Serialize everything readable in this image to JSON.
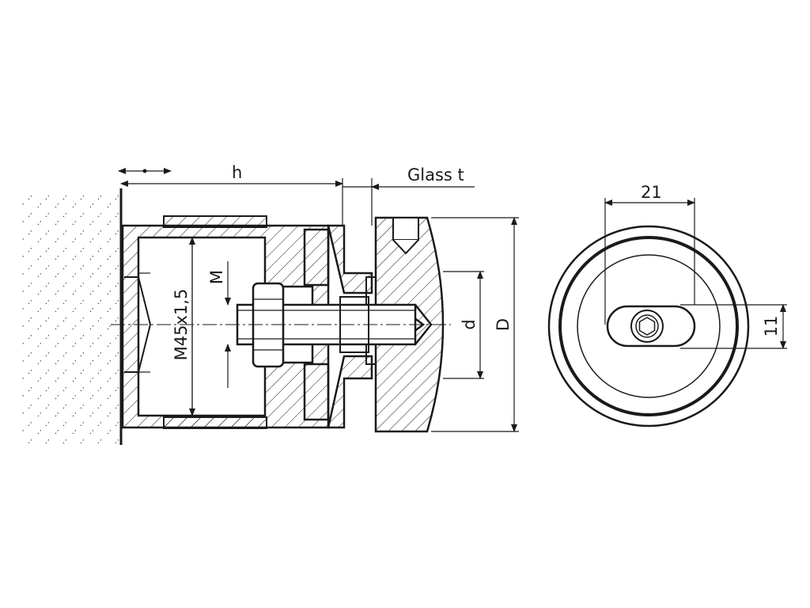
{
  "labels": {
    "h": "h",
    "glass_t": "Glass t",
    "thread": "M45x1,5",
    "m": "M",
    "d": "d",
    "D": "D",
    "width_21": "21",
    "height_11": "11"
  }
}
